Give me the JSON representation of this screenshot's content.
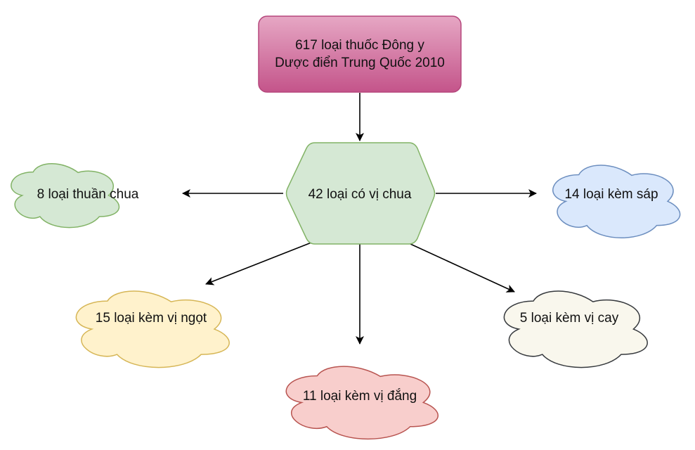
{
  "nodes": {
    "root": {
      "line1": "617 loại thuốc Đông y",
      "line2": "Dược điển Trung Quốc 2010",
      "fill_top": "#E6A7C4",
      "fill_bottom": "#C4548A",
      "stroke": "#B5477C"
    },
    "center": {
      "label": "42 loại có vị chua",
      "fill": "#D5E8D4",
      "stroke": "#82B366"
    },
    "pure_sour": {
      "label": "8 loại thuần chua",
      "fill": "#D5E8D4",
      "stroke": "#82B366"
    },
    "astringent": {
      "label": "14 loại kèm sáp",
      "fill": "#DAE8FC",
      "stroke": "#6C8EBF"
    },
    "sweet": {
      "label": "15 loại kèm vị ngọt",
      "fill": "#FFF2CC",
      "stroke": "#D6B656"
    },
    "spicy": {
      "label": "5 loại kèm vị cay",
      "fill": "#F9F7ED",
      "stroke": "#36393D"
    },
    "bitter": {
      "label": "11 loại kèm vị đắng",
      "fill": "#F8CECC",
      "stroke": "#B85450"
    }
  },
  "edge_color": "#000000"
}
